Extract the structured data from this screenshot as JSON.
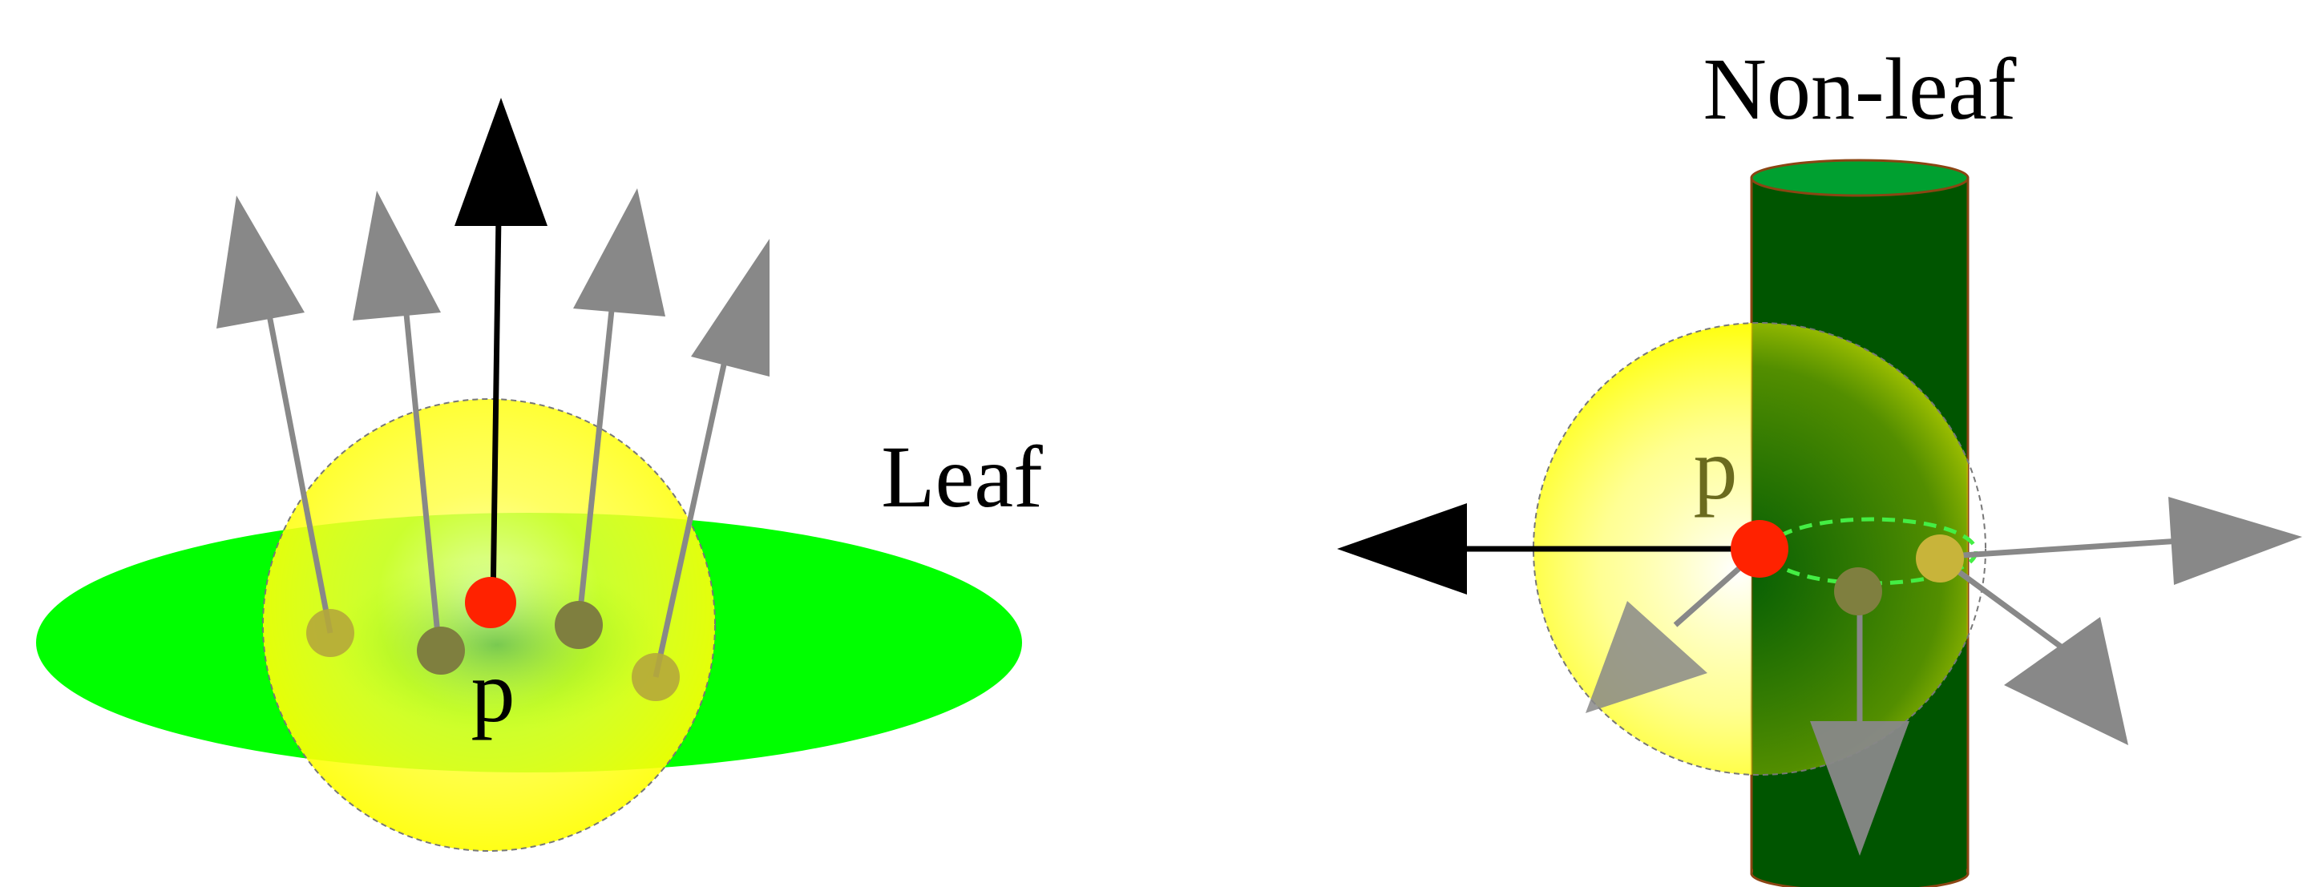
{
  "labels": {
    "leaf_title": "Leaf",
    "leaf_point": "p",
    "nonleaf_title": "Non-leaf",
    "nonleaf_point": "p"
  },
  "colors": {
    "leaf_disc": "#00ff00",
    "sphere_yellow": "#ffff00",
    "stem_dark": "#005500",
    "stem_top": "#00a030",
    "stem_outline": "#8b4513",
    "center_point": "#ff2200",
    "normal_black": "#000000",
    "normal_gray": "#888888",
    "neighbor_point": "#7f7f3f"
  }
}
